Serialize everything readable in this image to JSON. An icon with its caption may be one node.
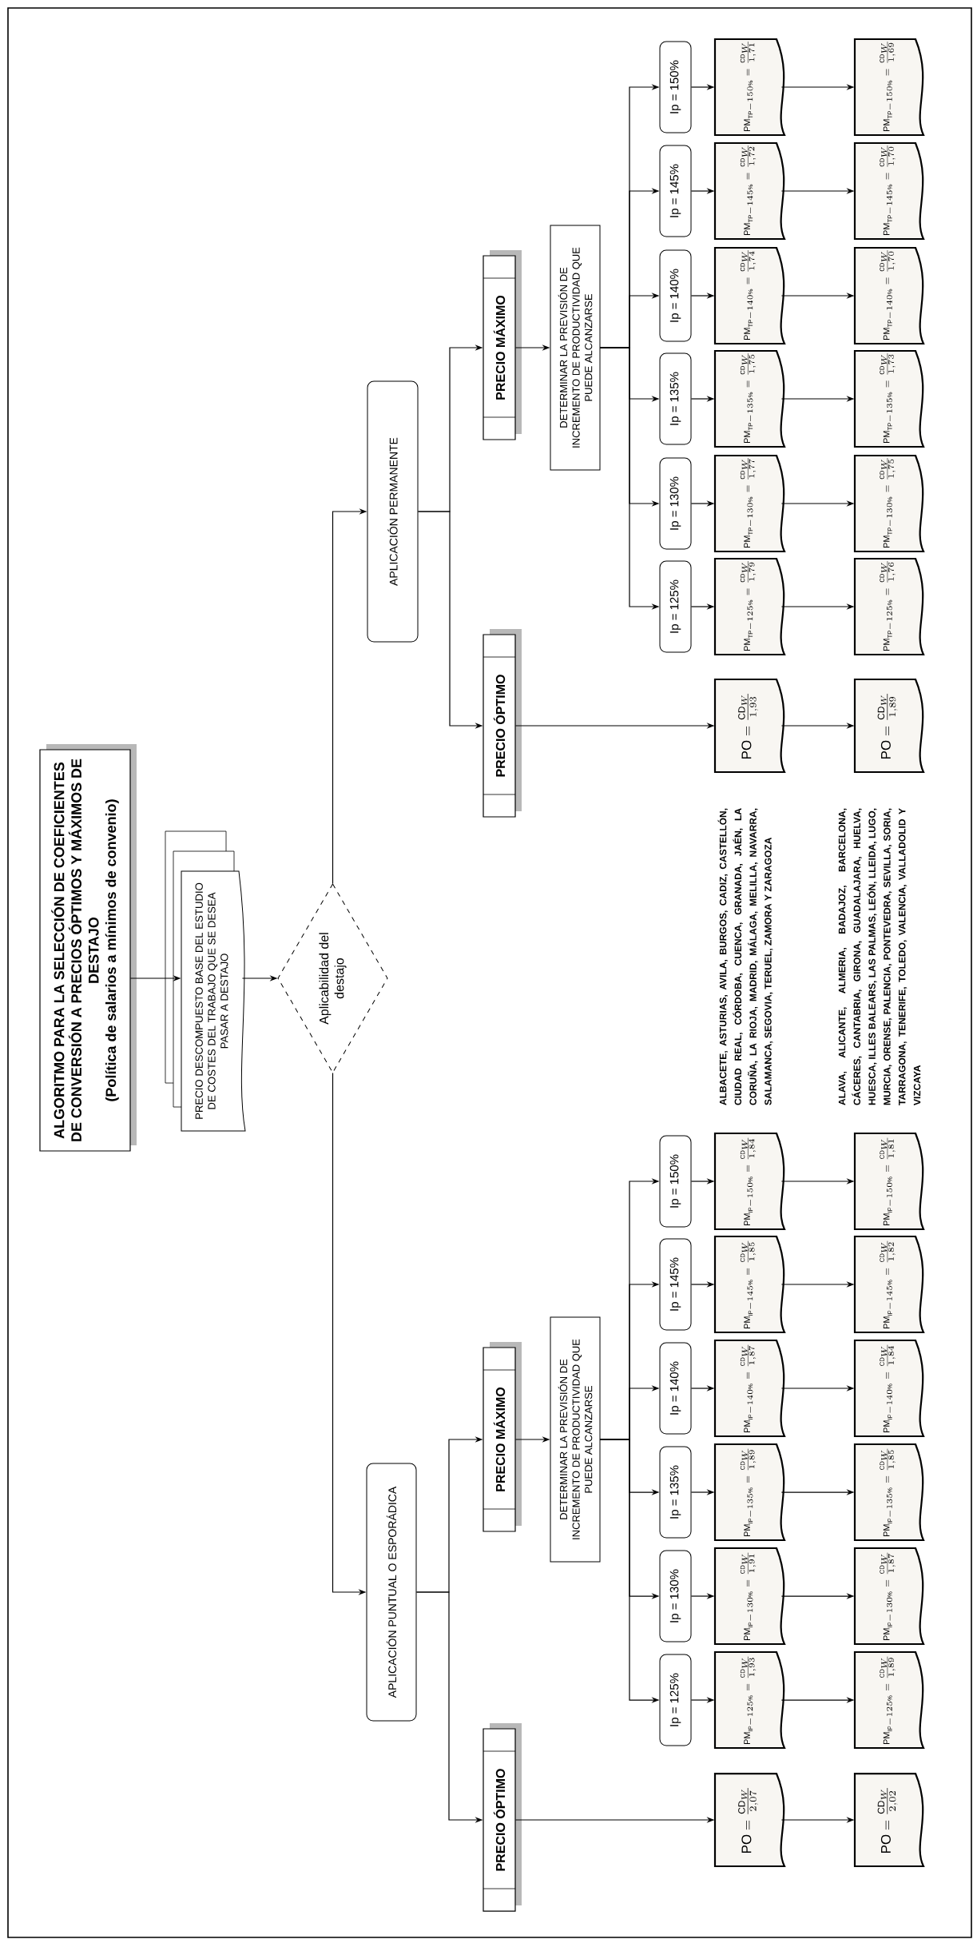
{
  "diagram": {
    "nodes": [
      {
        "text": [
          "ALGORITMO PARA LA SELECCIÓN DE COEFICIENTES DE CONVERSIÓN A PRECIOS ÓPTIMOS Y MÁXIMOS DE DESTAJO",
          "(Política de salarios a mínimos de convenio)"
        ]
      },
      {
        "text": [
          "PRECIO DESCOMPUESTO BASE DEL ESTUDIO DE COSTES DEL TRABAJO QUE SE DESEA PASAR A DESTAJO"
        ]
      },
      {
        "text": [
          "Aplicabilidad del destajo"
        ]
      },
      {
        "text": [
          "APLICACIÓN PUNTUAL O ESPORÁDICA"
        ]
      },
      {
        "text": [
          "APLICACIÓN PERMANENTE"
        ]
      },
      {
        "text": [
          "PRECIO ÓPTIMO"
        ]
      },
      {
        "text": [
          "PRECIO MÁXIMO"
        ]
      },
      {
        "text": [
          "DETERMINAR LA PREVISIÓN DE INCREMENTO DE PRODUCTIVIDAD QUE PUEDE ALCANZARSE"
        ]
      },
      {
        "text": [
          "\\mathrm{PO}=\\frac{\\mathrm{CD}_{W}}{2{,}07}"
        ]
      },
      {
        "text": [
          "\\mathrm{PO}=\\frac{\\mathrm{CD}_{W}}{2{,}02}"
        ]
      },
      {
        "text": [
          "Ip = 125%"
        ]
      },
      {
        "text": [
          "Ip = 130%"
        ]
      },
      {
        "text": [
          "Ip = 135%"
        ]
      },
      {
        "text": [
          "Ip = 140%"
        ]
      },
      {
        "text": [
          "Ip = 145%"
        ]
      },
      {
        "text": [
          "Ip = 150%"
        ]
      },
      {
        "text": [
          "\\mathrm{PM}_{\\mathrm{IP}-125\\%}=\\frac{\\mathrm{CD}_{W}}{1{,}93}"
        ]
      },
      {
        "text": [
          "\\mathrm{PM}_{\\mathrm{IP}-130\\%}=\\frac{\\mathrm{CD}_{W}}{1{,}91}"
        ]
      },
      {
        "text": [
          "\\mathrm{PM}_{\\mathrm{IP}-135\\%}=\\frac{\\mathrm{CD}_{W}}{1{,}89}"
        ]
      },
      {
        "text": [
          "\\mathrm{PM}_{\\mathrm{IP}-140\\%}=\\frac{\\mathrm{CD}_{W}}{1{,}87}"
        ]
      },
      {
        "text": [
          "\\mathrm{PM}_{\\mathrm{IP}-145\\%}=\\frac{\\mathrm{CD}_{W}}{1{,}85}"
        ]
      },
      {
        "text": [
          "\\mathrm{PM}_{\\mathrm{IP}-150\\%}=\\frac{\\mathrm{CD}_{W}}{1{,}84}"
        ]
      },
      {
        "text": [
          "\\mathrm{PM}_{\\mathrm{IP}-125\\%}=\\frac{\\mathrm{CD}_{W}}{1{,}89}"
        ]
      },
      {
        "text": [
          "\\mathrm{PM}_{\\mathrm{IP}-130\\%}=\\frac{\\mathrm{CD}_{W}}{1{,}87}"
        ]
      },
      {
        "text": [
          "\\mathrm{PM}_{\\mathrm{IP}-135\\%}=\\frac{\\mathrm{CD}_{W}}{1{,}85}"
        ]
      },
      {
        "text": [
          "\\mathrm{PM}_{\\mathrm{IP}-140\\%}=\\frac{\\mathrm{CD}_{W}}{1{,}84}"
        ]
      },
      {
        "text": [
          "\\mathrm{PM}_{\\mathrm{IP}-145\\%}=\\frac{\\mathrm{CD}_{W}}{1{,}82}"
        ]
      },
      {
        "text": [
          "\\mathrm{PM}_{\\mathrm{IP}-150\\%}=\\frac{\\mathrm{CD}_{W}}{1{,}81}"
        ]
      },
      {
        "text": [
          "PRECIO ÓPTIMO"
        ]
      },
      {
        "text": [
          "PRECIO MÁXIMO"
        ]
      },
      {
        "text": [
          "DETERMINAR LA PREVISIÓN DE INCREMENTO DE PRODUCTIVIDAD QUE PUEDE ALCANZARSE"
        ]
      },
      {
        "text": [
          "\\mathrm{PO}=\\frac{\\mathrm{CD}_{W}}{1{,}93}"
        ]
      },
      {
        "text": [
          "\\mathrm{PO}=\\frac{\\mathrm{CD}_{W}}{1{,}89}"
        ]
      },
      {
        "text": [
          "Ip = 125%"
        ]
      },
      {
        "text": [
          "Ip = 130%"
        ]
      },
      {
        "text": [
          "Ip = 135%"
        ]
      },
      {
        "text": [
          "Ip = 140%"
        ]
      },
      {
        "text": [
          "Ip = 145%"
        ]
      },
      {
        "text": [
          "Ip = 150%"
        ]
      },
      {
        "text": [
          "\\mathrm{PM}_{\\mathrm{TP}-125\\%}=\\frac{\\mathrm{CD}_{W}}{1{,}79}"
        ]
      },
      {
        "text": [
          "\\mathrm{PM}_{\\mathrm{TP}-130\\%}=\\frac{\\mathrm{CD}_{W}}{1{,}77}"
        ]
      },
      {
        "text": [
          "\\mathrm{PM}_{\\mathrm{TP}-135\\%}=\\frac{\\mathrm{CD}_{W}}{1{,}75}"
        ]
      },
      {
        "text": [
          "\\mathrm{PM}_{\\mathrm{TP}-140\\%}=\\frac{\\mathrm{CD}_{W}}{1{,}74}"
        ]
      },
      {
        "text": [
          "\\mathrm{PM}_{\\mathrm{TP}-145\\%}=\\frac{\\mathrm{CD}_{W}}{1{,}72}"
        ]
      },
      {
        "text": [
          "\\mathrm{PM}_{\\mathrm{TP}-150\\%}=\\frac{\\mathrm{CD}_{W}}{1{,}71}"
        ]
      },
      {
        "text": [
          "\\mathrm{PM}_{\\mathrm{TP}-125\\%}=\\frac{\\mathrm{CD}_{W}}{1{,}76}"
        ]
      },
      {
        "text": [
          "\\mathrm{PM}_{\\mathrm{TP}-130\\%}=\\frac{\\mathrm{CD}_{W}}{1{,}75}"
        ]
      },
      {
        "text": [
          "\\mathrm{PM}_{\\mathrm{TP}-135\\%}=\\frac{\\mathrm{CD}_{W}}{1{,}73}"
        ]
      },
      {
        "text": [
          "\\mathrm{PM}_{\\mathrm{TP}-140\\%}=\\frac{\\mathrm{CD}_{W}}{1{,}70}"
        ]
      },
      {
        "text": [
          "\\mathrm{PM}_{\\mathrm{TP}-145\\%}=\\frac{\\mathrm{CD}_{W}}{1{,}70}"
        ]
      },
      {
        "text": [
          "\\mathrm{PM}_{\\mathrm{TP}-150\\%}=\\frac{\\mathrm{CD}_{W}}{1{,}69}"
        ]
      }
    ],
    "edges": [
      {
        "from": 0,
        "to": 1,
        "arrow": "to"
      },
      {
        "from": 1,
        "to": 2,
        "arrow": "to"
      },
      {
        "from": 2,
        "to": 3,
        "arrow": "to"
      },
      {
        "from": 2,
        "to": 4,
        "arrow": "to"
      },
      {
        "from": 3,
        "to": 5,
        "arrow": "to"
      },
      {
        "from": 3,
        "to": 6,
        "arrow": "to"
      },
      {
        "from": 6,
        "to": 7,
        "arrow": "to"
      },
      {
        "from": 5,
        "to": 8,
        "arrow": "to"
      },
      {
        "from": 8,
        "to": 9,
        "arrow": "to"
      },
      {
        "from": 7,
        "to": 10,
        "arrow": "to"
      },
      {
        "from": 7,
        "to": 11,
        "arrow": "to"
      },
      {
        "from": 7,
        "to": 12,
        "arrow": "to"
      },
      {
        "from": 7,
        "to": 13,
        "arrow": "to"
      },
      {
        "from": 7,
        "to": 14,
        "arrow": "to"
      },
      {
        "from": 7,
        "to": 15,
        "arrow": "to"
      },
      {
        "from": 10,
        "to": 16,
        "arrow": "to"
      },
      {
        "from": 11,
        "to": 17,
        "arrow": "to"
      },
      {
        "from": 12,
        "to": 18,
        "arrow": "to"
      },
      {
        "from": 13,
        "to": 19,
        "arrow": "to"
      },
      {
        "from": 14,
        "to": 20,
        "arrow": "to"
      },
      {
        "from": 15,
        "to": 21,
        "arrow": "to"
      },
      {
        "from": 16,
        "to": 22,
        "arrow": "to"
      },
      {
        "from": 17,
        "to": 23,
        "arrow": "to"
      },
      {
        "from": 18,
        "to": 24,
        "arrow": "to"
      },
      {
        "from": 19,
        "to": 25,
        "arrow": "to"
      },
      {
        "from": 20,
        "to": 26,
        "arrow": "to"
      },
      {
        "from": 21,
        "to": 27,
        "arrow": "to"
      },
      {
        "from": 4,
        "to": 28,
        "arrow": "to"
      },
      {
        "from": 4,
        "to": 29,
        "arrow": "to"
      },
      {
        "from": 29,
        "to": 30,
        "arrow": "to"
      },
      {
        "from": 28,
        "to": 31,
        "arrow": "to"
      },
      {
        "from": 31,
        "to": 32,
        "arrow": "to"
      },
      {
        "from": 30,
        "to": 33,
        "arrow": "to"
      },
      {
        "from": 30,
        "to": 34,
        "arrow": "to"
      },
      {
        "from": 30,
        "to": 35,
        "arrow": "to"
      },
      {
        "from": 30,
        "to": 36,
        "arrow": "to"
      },
      {
        "from": 30,
        "to": 37,
        "arrow": "to"
      },
      {
        "from": 30,
        "to": 38,
        "arrow": "to"
      },
      {
        "from": 33,
        "to": 39,
        "arrow": "to"
      },
      {
        "from": 34,
        "to": 40,
        "arrow": "to"
      },
      {
        "from": 35,
        "to": 41,
        "arrow": "to"
      },
      {
        "from": 36,
        "to": 42,
        "arrow": "to"
      },
      {
        "from": 37,
        "to": 43,
        "arrow": "to"
      },
      {
        "from": 38,
        "to": 44,
        "arrow": "to"
      },
      {
        "from": 39,
        "to": 45,
        "arrow": "to"
      },
      {
        "from": 40,
        "to": 46,
        "arrow": "to"
      },
      {
        "from": 41,
        "to": 47,
        "arrow": "to"
      },
      {
        "from": 42,
        "to": 48,
        "arrow": "to"
      },
      {
        "from": 43,
        "to": 49,
        "arrow": "to"
      },
      {
        "from": 44,
        "to": 50,
        "arrow": "to"
      }
    ],
    "labels": [
      "ALBACETE, ASTURIAS, AVILA, BURGOS, CADIZ, CASTELLÓN, CIUDAD REAL, CÓRDOBA, CUENCA, GRANADA, JAÉN, LA CORUÑA, LA RIOJA, MADRID, MÁLAGA, MELILLA, NAVARRA, SALAMANCA, SEGOVIA, TERUEL, ZAMORA Y ZARAGOZA",
      "ALAVA, ALICANTE, ALMERIA, BADAJOZ, BARCELONA, CÁCERES, CANTABRIA, GIRONA, GUADALAJARA, HUELVA, HUESCA, ILLES BALEARS, LAS PALMAS, LEÓN, LLEIDA, LUGO, MURCIA, ORENSE, PALENCIA, PONTEVEDRA, SEVILLA, SORIA, TARRAGONA, TENERIFE, TOLEDO, VALENCIA, VALLADOLID Y VIZCAYA"
    ]
  }
}
